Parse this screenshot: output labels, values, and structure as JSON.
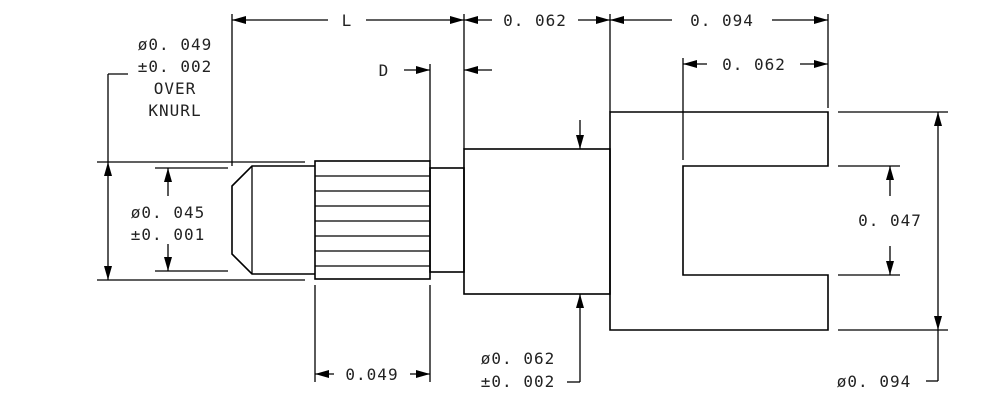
{
  "labels": {
    "dim_l": "L",
    "dim_shank_len": "0. 062",
    "dim_head_len": "0. 094",
    "dim_slot_depth": "0. 062",
    "dim_d": "D",
    "knurl_dia": "ø0. 049",
    "knurl_tol": "±0. 002",
    "knurl_over": "OVER",
    "knurl_knurl": "KNURL",
    "tip_dia": "ø0. 045",
    "tip_tol": "±0. 001",
    "slot_width": "0. 047",
    "knurl_len": "0.049",
    "shank_dia": "ø0. 062",
    "shank_tol": "±0. 002",
    "head_dia": "ø0. 094"
  }
}
